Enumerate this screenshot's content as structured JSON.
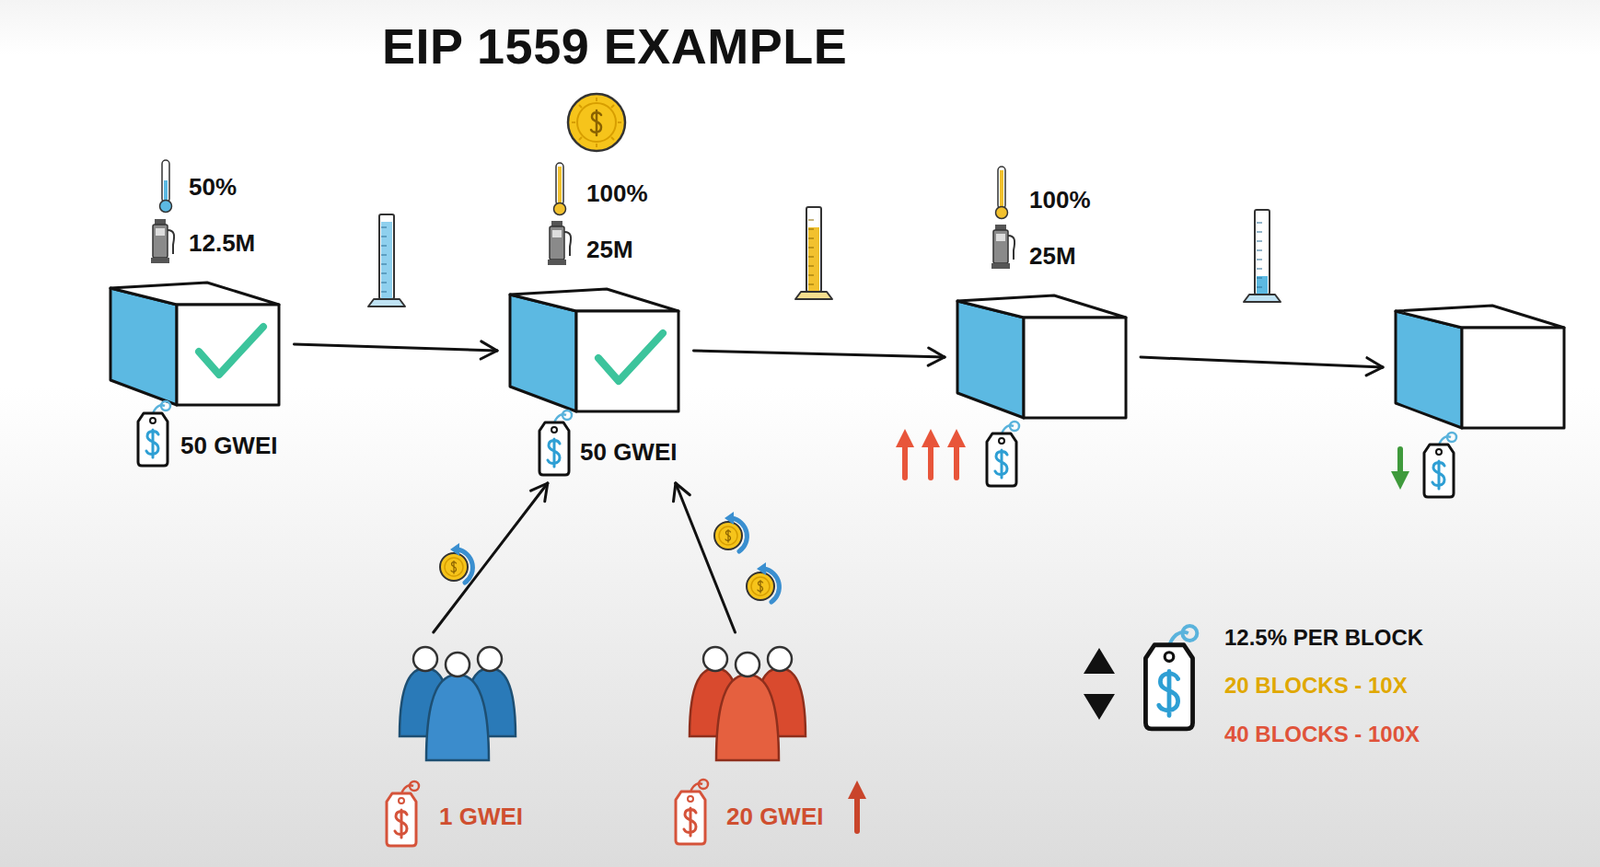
{
  "diagram": {
    "title": "EIP 1559 EXAMPLE",
    "nodes": [
      {
        "text": [
          "50%",
          "12.5M",
          "50 GWEI"
        ]
      },
      {
        "text": [
          "100%",
          "25M",
          "50 GWEI"
        ]
      },
      {
        "text": [
          "100%",
          "25M"
        ]
      },
      {
        "text": []
      },
      {
        "text": [
          "1 GWEI"
        ]
      },
      {
        "text": [
          "20 GWEI"
        ]
      }
    ],
    "edges": [
      {
        "from": 0,
        "to": 1,
        "arrow": "to"
      },
      {
        "from": 1,
        "to": 2,
        "arrow": "to"
      },
      {
        "from": 2,
        "to": 3,
        "arrow": "to"
      },
      {
        "from": 4,
        "to": 1,
        "arrow": "to"
      },
      {
        "from": 5,
        "to": 1,
        "arrow": "to"
      }
    ],
    "labels": [
      "12.5% PER BLOCK",
      "20 BLOCKS - 10X",
      "40 BLOCKS - 100X"
    ]
  }
}
